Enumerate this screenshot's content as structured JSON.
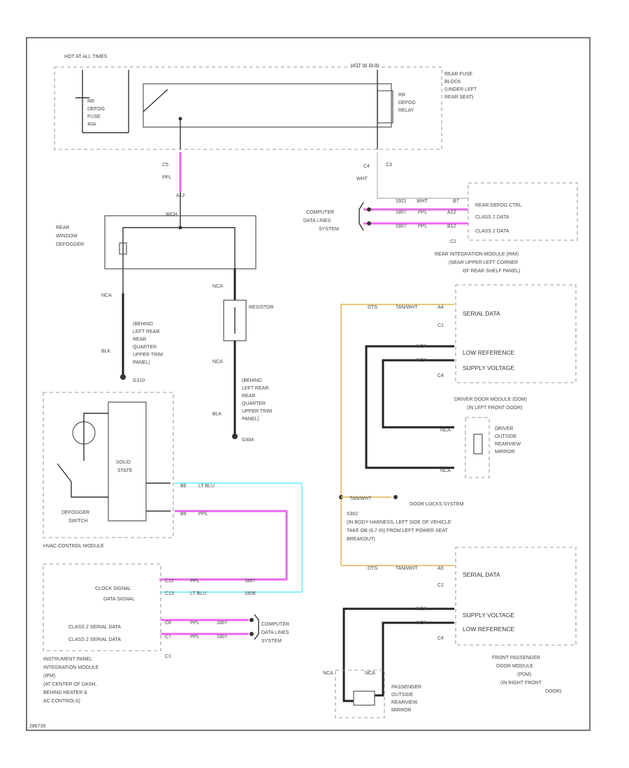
{
  "fuse_block": {
    "hot_at": "HOT AT ALL TIMES",
    "hot_in_run": "HOT IN RUN",
    "fuse_name": [
      "RR",
      "DEFOG",
      "FUSE",
      "40A"
    ],
    "relay_name": [
      "RR",
      "DEFOG",
      "RELAY"
    ],
    "block_name": [
      "REAR FUSE",
      "BLOCK",
      "(UNDER LEFT",
      "REAR SEAT)"
    ],
    "pin_c5": "C5",
    "pin_c4": "C4",
    "pin_c3": "C3",
    "wire_ppl": "PPL",
    "wire_wht": "WHT",
    "pin_a12": "A12",
    "pin_b7": "B7"
  },
  "defogger": {
    "name": [
      "REAR",
      "WINDOW",
      "DEFOGGER"
    ],
    "terminal": "WCH",
    "left_wire": "NCA",
    "left_wire_color": "BLK",
    "left_ground": [
      "(BEHIND",
      "LEFT REAR",
      "REAR",
      "QUARTER",
      "UPPER TRIM",
      "PANEL)",
      "G310"
    ],
    "resistor": "RESISTOR",
    "right_wire": "NCA",
    "right_wire_color": "BLK",
    "right_ground": [
      "(BEHIND",
      "LEFT REAR",
      "REAR",
      "QUARTER",
      "UPPER TRIM",
      "PANEL)",
      "G404"
    ]
  },
  "rim": {
    "pins": [
      {
        "circuit": "1921",
        "color": "WHT",
        "pin": "B7",
        "label": "REAR DEFOG CTRL"
      },
      {
        "circuit": "1807",
        "color": "PPL",
        "pin": "A12",
        "label": "CLASS 2 DATA"
      },
      {
        "circuit": "1807",
        "color": "PPL",
        "pin": "B12",
        "label": "CLASS 2 DATA"
      }
    ],
    "connector": "C2",
    "data_link": [
      "COMPUTER",
      "DATA LINES",
      "SYSTEM"
    ],
    "name": [
      "REAR INTEGRATION MODULE (RIM)",
      "(NEAR UPPER LEFT CORNER",
      "OF REAR SHELF PANEL)"
    ]
  },
  "driver_door": {
    "c1_wire": "DTS",
    "c1_color": "TAN/WHT",
    "c1_pin": "A4",
    "c1": "C1",
    "c4": "C4",
    "serial_data": "SERIAL DATA",
    "low_ref": "LOW REFERENCE",
    "supply": "SUPPLY VOLTAGE",
    "wire_a": "NCA",
    "wire_b": "NCA",
    "module_name": [
      "DRIVER DOOR MODULE (DDM)",
      "(IN LEFT FRONT DOOR)"
    ],
    "mirror": [
      "DRIVER",
      "OUTSIDE",
      "REARVIEW",
      "MIRROR"
    ],
    "mirror_wire_a": "NCA",
    "mirror_wire_b": "NCA"
  },
  "splice": {
    "color": "TAN/WHT",
    "system": "DOOR LOCKS SYSTEM",
    "name": [
      "S302",
      "(IN BODY HARNESS, LEFT SIDE OF VEHICLE",
      "TAKE OB (6.7 IN) FROM LEFT POWER SEAT",
      "BREAKOUT)"
    ]
  },
  "pass_door": {
    "c1_wire": "DTS",
    "c1_color": "TAN/WHT",
    "c1_pin": "A5",
    "c1": "C1",
    "c4": "C4",
    "serial_data": "SERIAL DATA",
    "supply": "SUPPLY VOLTAGE",
    "low_ref": "LOW REFERENCE",
    "wire_a": "NCA",
    "wire_b": "NCA",
    "module_name": [
      "FRONT PASSENGER",
      "DOOR MODULE",
      "(PDM)",
      "(IN RIGHT FRONT",
      "DOOR)"
    ],
    "mirror": [
      "PASSENGER",
      "OUTSIDE",
      "REARVIEW",
      "MIRROR"
    ],
    "mirror_wire_a": "NCA",
    "mirror_wire_b": "NCA"
  },
  "hvac": {
    "solid_state": [
      "SOLID",
      "STATE"
    ],
    "switch": [
      "DEFOGGER",
      "SWITCH"
    ],
    "name": "HVAC CONTROL MODULE",
    "w1_pin": "B8",
    "w1_color": "LT BLU",
    "w2_pin": "B9",
    "w2_color": "PPL"
  },
  "ipm": {
    "clock": "CLOCK SIGNAL",
    "data": "DATA SIGNAL",
    "class2a": "CLASS 2 SERIAL DATA",
    "class2b": "CLASS 2 SERIAL DATA",
    "clock_pin": "C12",
    "clock_color": "PPL",
    "clock_ckt": "1807",
    "data_pin": "C13",
    "data_color": "LT BLU",
    "data_ckt": "1808",
    "c2a_pin": "C8",
    "c2a_color": "PPL",
    "c2a_ckt": "1807",
    "c2b_pin": "C7",
    "c2b_color": "PPL",
    "c2b_ckt": "1807",
    "connector": "C1",
    "data_link": [
      "COMPUTER",
      "DATA LINES",
      "SYSTEM"
    ],
    "name": [
      "INSTRUMENT PANEL",
      "INTEGRATION MODULE",
      "(IPM)",
      "(AT CENTER OF DASH,",
      "BEHIND HEATER &",
      "AC CONTROLS)"
    ]
  },
  "footer": "286735"
}
